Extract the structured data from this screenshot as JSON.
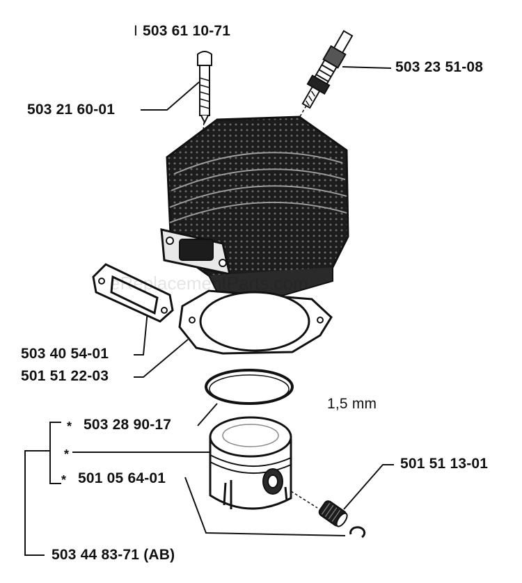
{
  "labels": {
    "screw_kit": "503 61 10-71",
    "screw": "503 21 60-01",
    "spark_plug": "503 23 51-08",
    "exhaust_gasket": "503 40 54-01",
    "cylinder_gasket": "501 51 22-03",
    "ring": "503 28 90-17",
    "piston": "501 05 64-01",
    "circlip": "501 51 13-01",
    "cylinder_kit": "503 44 83-71 (AB)",
    "ring_size": "1,5 mm"
  },
  "marks": {
    "asterisk": "*"
  },
  "watermark": "eReplacementParts.com",
  "colors": {
    "ink": "#111111",
    "background": "#ffffff"
  }
}
